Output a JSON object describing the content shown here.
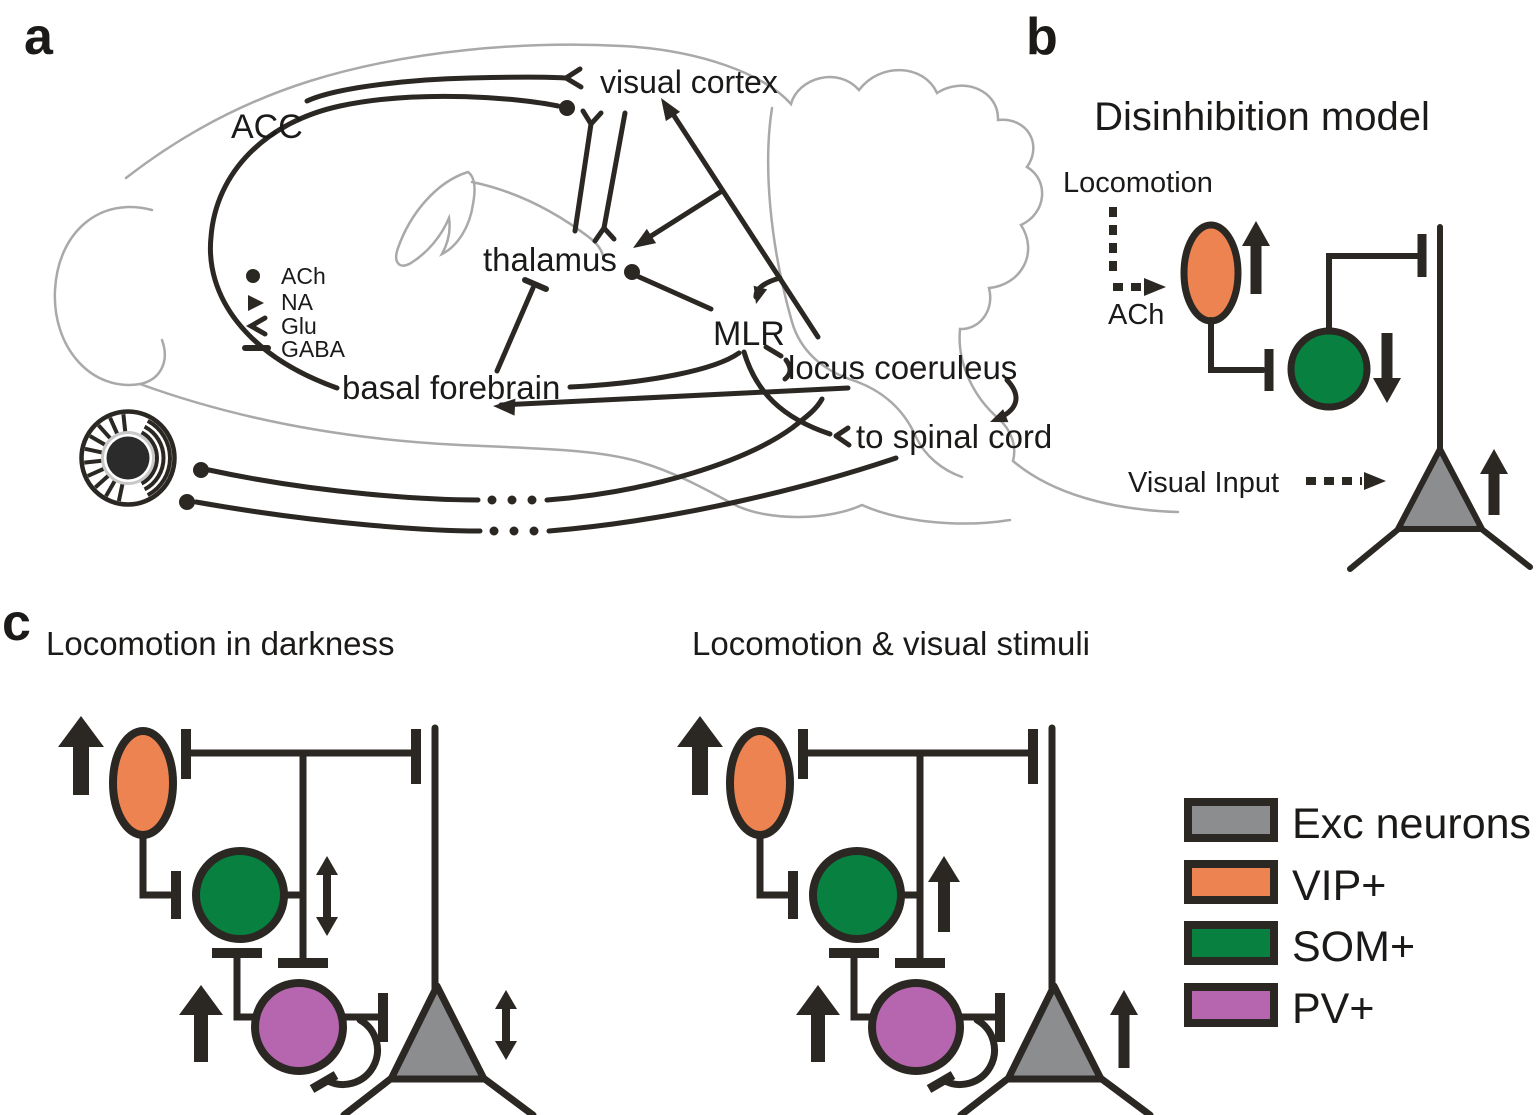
{
  "figure": {
    "panel_a": {
      "label": "a",
      "region_labels": {
        "acc": "ACC",
        "visual_cortex": "visual cortex",
        "thalamus": "thalamus",
        "mlr": "MLR",
        "locus_coeruleus": "locus coeruleus",
        "basal_forebrain": "basal forebrain",
        "to_spinal_cord": "to spinal cord"
      },
      "neurotransmitter_legend": {
        "ach": "ACh",
        "na": "NA",
        "glu": "Glu",
        "gaba": "GABA"
      }
    },
    "panel_b": {
      "label": "b",
      "title": "Disinhibition model",
      "locomotion_label": "Locomotion",
      "ach_label": "ACh",
      "visual_input_label": "Visual Input"
    },
    "panel_c": {
      "label": "c",
      "left_title": "Locomotion in darkness",
      "right_title": "Locomotion & visual stimuli",
      "legend": [
        {
          "label": "Exc neurons",
          "color": "#8c8d8f"
        },
        {
          "label": "VIP+",
          "color": "#ed8350"
        },
        {
          "label": "SOM+",
          "color": "#078040"
        },
        {
          "label": "PV+",
          "color": "#b566ae"
        }
      ]
    },
    "colors": {
      "exc": "#8c8d8f",
      "vip": "#ed8350",
      "som": "#078040",
      "pv": "#b566ae",
      "line": "#2b2723",
      "brain_outline": "#a9a9a9"
    }
  }
}
